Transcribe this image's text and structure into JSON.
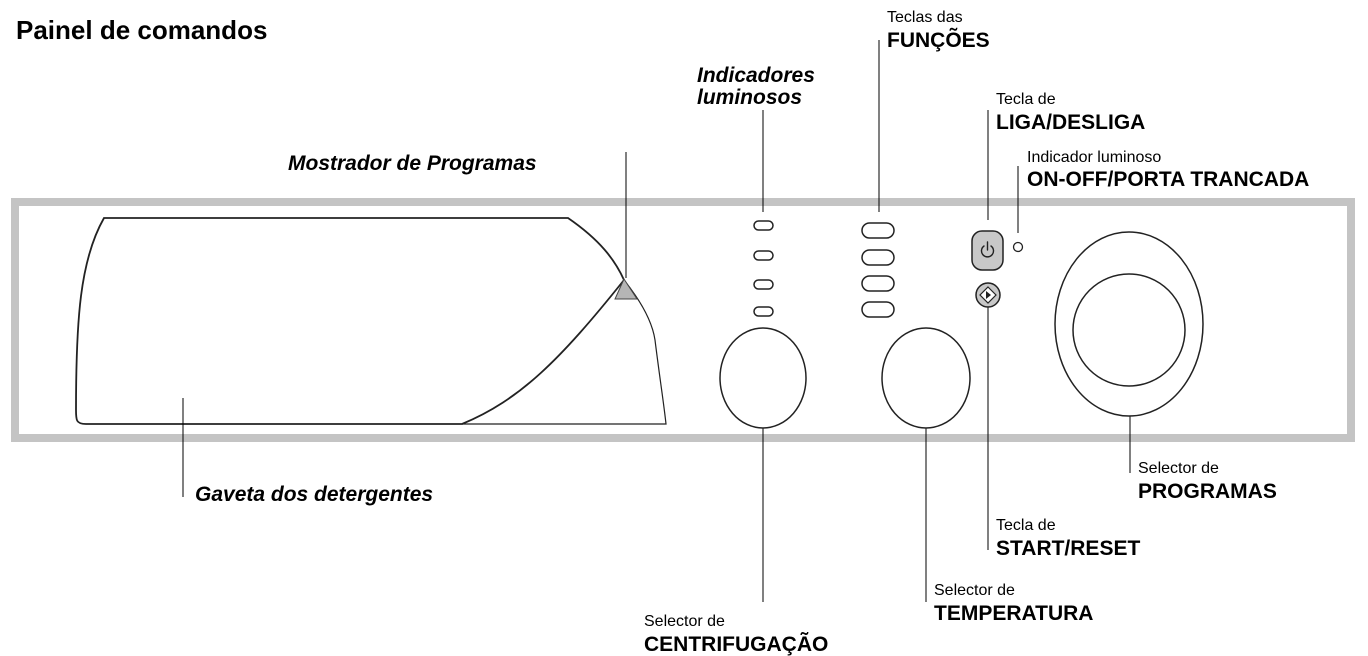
{
  "title": "Painel de comandos",
  "labels": {
    "mostrador": "Mostrador de Programas",
    "indicadores_1": "Indicadores",
    "indicadores_2": "luminosos",
    "teclas_small": "Teclas das",
    "teclas_bold": "FUNÇÕES",
    "liga_small": "Tecla de",
    "liga_bold": "LIGA/DESLIGA",
    "indicador_small": "Indicador luminoso",
    "indicador_bold": "ON-OFF/PORTA TRANCADA",
    "gaveta": "Gaveta dos detergentes",
    "centrif_small": "Selector de",
    "centrif_bold": "CENTRIFUGAÇÃO",
    "temp_small": "Selector de",
    "temp_bold": "TEMPERATURA",
    "start_small": "Tecla de",
    "start_bold": "START/RESET",
    "prog_small": "Selector de",
    "prog_bold": "PROGRAMAS"
  }
}
